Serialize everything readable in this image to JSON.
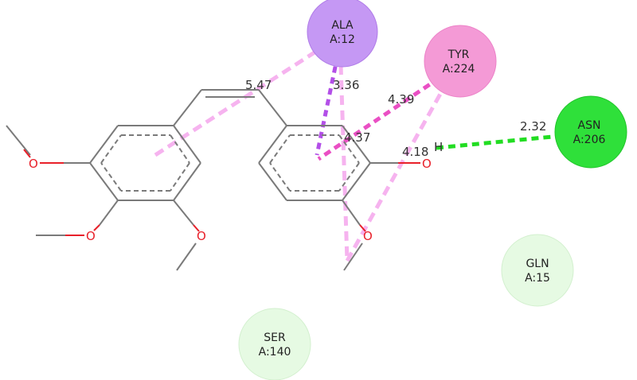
{
  "colors": {
    "bond": "#7a7a7a",
    "oxygen": "#e8202a",
    "hbond": "#22dd22",
    "pi_alkyl": "#f6b3ef",
    "pi_sigma": "#b34fe8",
    "pi_pi": "#ea4fc4"
  },
  "atoms": {
    "oxygen": "O",
    "hydrogen": "H"
  },
  "distances": {
    "d547": "5.47",
    "d336": "3.36",
    "d439": "4.39",
    "d437": "4.37",
    "d418": "4.18",
    "d232": "2.32"
  },
  "residues": [
    {
      "id": "ala",
      "name": "ALA",
      "num": "A:12",
      "fill": "#c598f4",
      "stroke": "#b07ce8"
    },
    {
      "id": "tyr",
      "name": "TYR",
      "num": "A:224",
      "fill": "#f49ad6",
      "stroke": "#ec82c8"
    },
    {
      "id": "asn",
      "name": "ASN",
      "num": "A:206",
      "fill": "#2fe03a",
      "stroke": "#20c42a"
    },
    {
      "id": "gln",
      "name": "GLN",
      "num": "A:15",
      "fill": "#e6fae3",
      "stroke": "#d3f0cf"
    },
    {
      "id": "ser",
      "name": "SER",
      "num": "A:140",
      "fill": "#e6fae3",
      "stroke": "#d3f0cf"
    }
  ]
}
